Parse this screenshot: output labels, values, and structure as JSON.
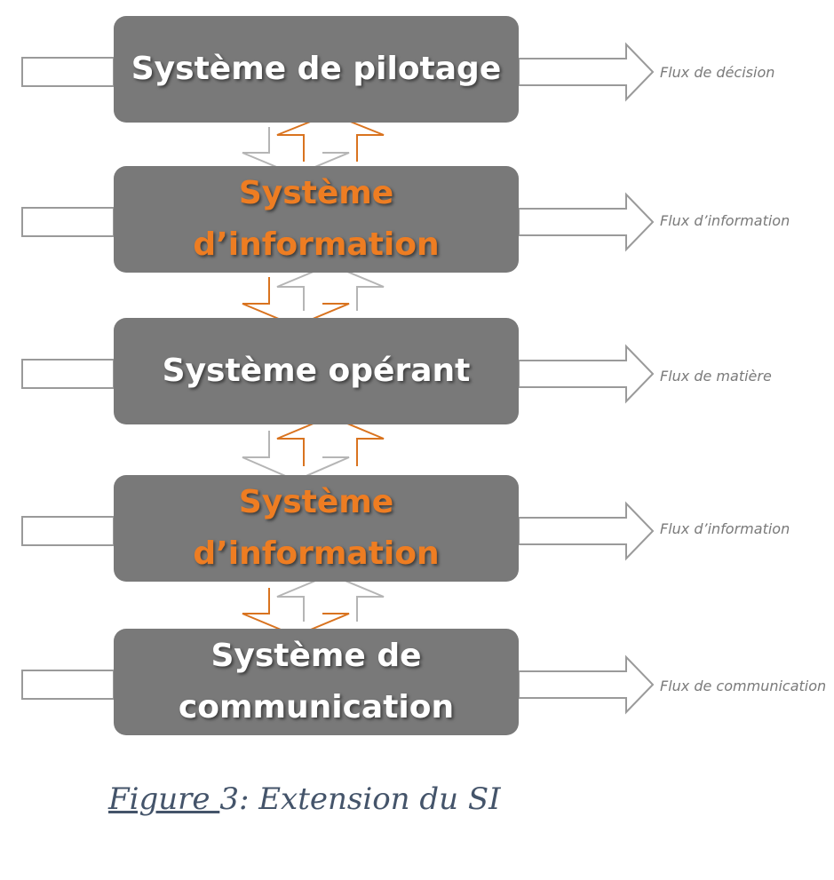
{
  "boxes": [
    {
      "lines": [
        "Système de pilotage"
      ],
      "flux": "Flux de décision"
    },
    {
      "lines": [
        "Système",
        "d’information"
      ],
      "flux": "Flux d’information"
    },
    {
      "lines": [
        "Système opérant"
      ],
      "flux": "Flux de matière"
    },
    {
      "lines": [
        "Système",
        "d’information"
      ],
      "flux": "Flux d’information"
    },
    {
      "lines": [
        "Système de",
        "communication"
      ],
      "flux": "Flux de communication"
    }
  ],
  "caption": {
    "label": "Figure ",
    "rest": "3: Extension du SI"
  },
  "colors": {
    "box": "#797979",
    "accent": "#ee7d22",
    "arrow": "#a0a0a0"
  }
}
